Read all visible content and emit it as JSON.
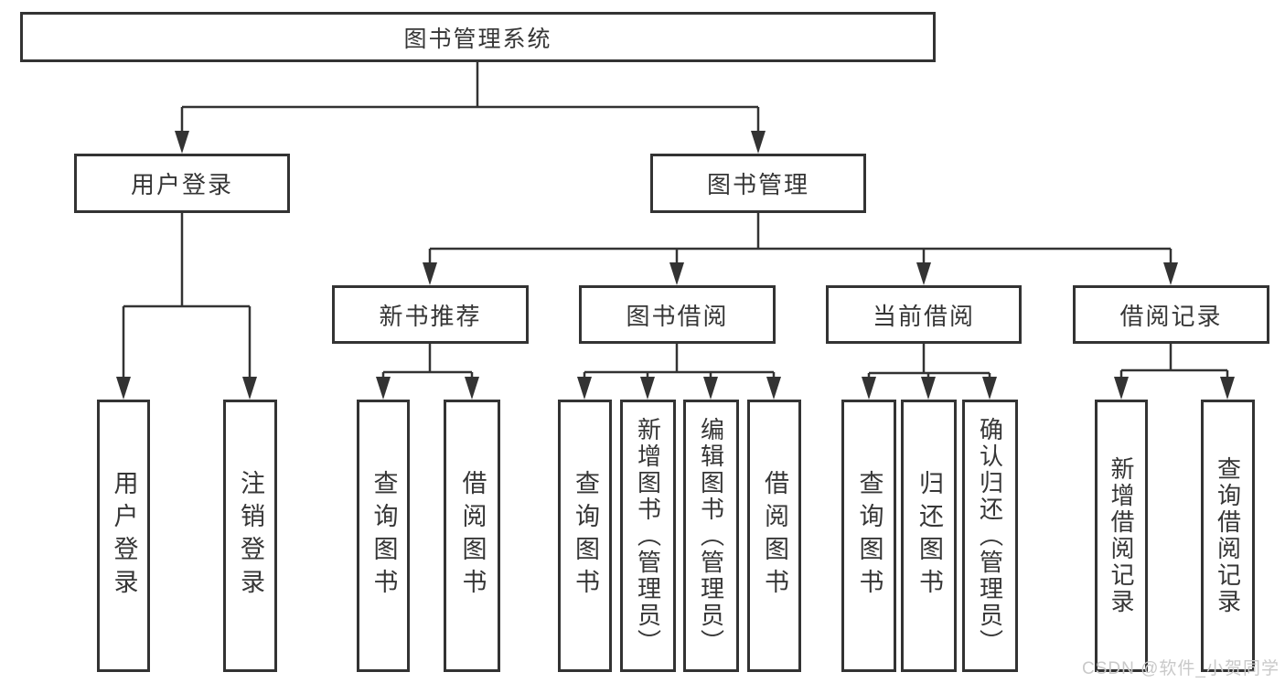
{
  "tree": {
    "root": "图书管理系统",
    "branches": [
      {
        "label": "用户登录",
        "children": [
          "用户登录",
          "注销登录"
        ]
      },
      {
        "label": "图书管理",
        "groups": [
          {
            "label": "新书推荐",
            "children": [
              "查询图书",
              "借阅图书"
            ]
          },
          {
            "label": "图书借阅",
            "children": [
              "查询图书",
              "新增图书（管理员）",
              "编辑图书（管理员）",
              "借阅图书"
            ]
          },
          {
            "label": "当前借阅",
            "children": [
              "查询图书",
              "归还图书",
              "确认归还（管理员）"
            ]
          },
          {
            "label": "借阅记录",
            "children": [
              "新增借阅记录",
              "查询借阅记录"
            ]
          }
        ]
      }
    ]
  },
  "watermark": {
    "text": "CSDN @软件_小贺同学"
  },
  "colors": {
    "line": "#333333",
    "text": "#363636",
    "background": "#ffffff",
    "watermark": "#c9c9c9"
  }
}
